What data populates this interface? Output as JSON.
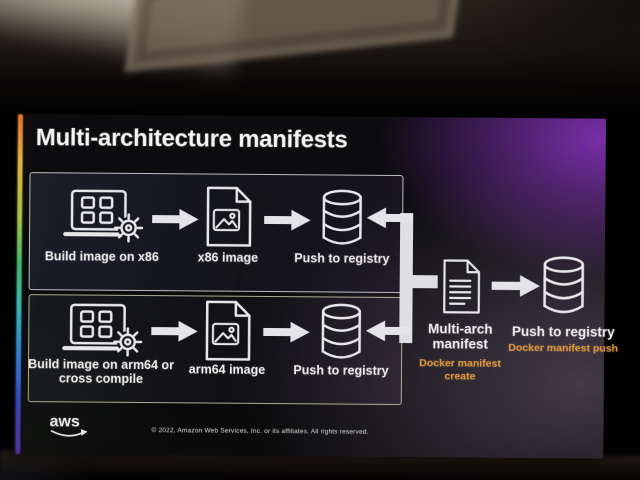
{
  "slide": {
    "title": "Multi-architecture manifests",
    "flows": {
      "x86": {
        "build_label": "Build image on x86",
        "image_label": "x86 image",
        "push_label": "Push to registry"
      },
      "arm64": {
        "build_label": "Build image on arm64 or cross compile",
        "image_label": "arm64 image",
        "push_label": "Push to registry"
      }
    },
    "manifest": {
      "label": "Multi-arch manifest",
      "command": "Docker manifest create"
    },
    "registry_push": {
      "label": "Push to registry",
      "command": "Docker manifest push"
    },
    "footer": {
      "logo_text": "aws",
      "copyright": "© 2022, Amazon Web Services, Inc. or its affiliates. All rights reserved."
    },
    "colors": {
      "command_orange": "#e8962f",
      "glow_purple": "#8a34c0",
      "arrow_white": "#e3e3e8",
      "rainbow_strip": [
        "#e8722a",
        "#e8b62a",
        "#3fba6a",
        "#2fb9b4",
        "#2f7fd8",
        "#5b35b5"
      ]
    },
    "icons": {
      "laptop_gear": "laptop with app grid and gear (build)",
      "image_file": "document with picture (container image)",
      "registry_db": "database cylinder (registry)",
      "manifest_doc": "text document (manifest)",
      "flow_arrow": "block arrow"
    }
  }
}
